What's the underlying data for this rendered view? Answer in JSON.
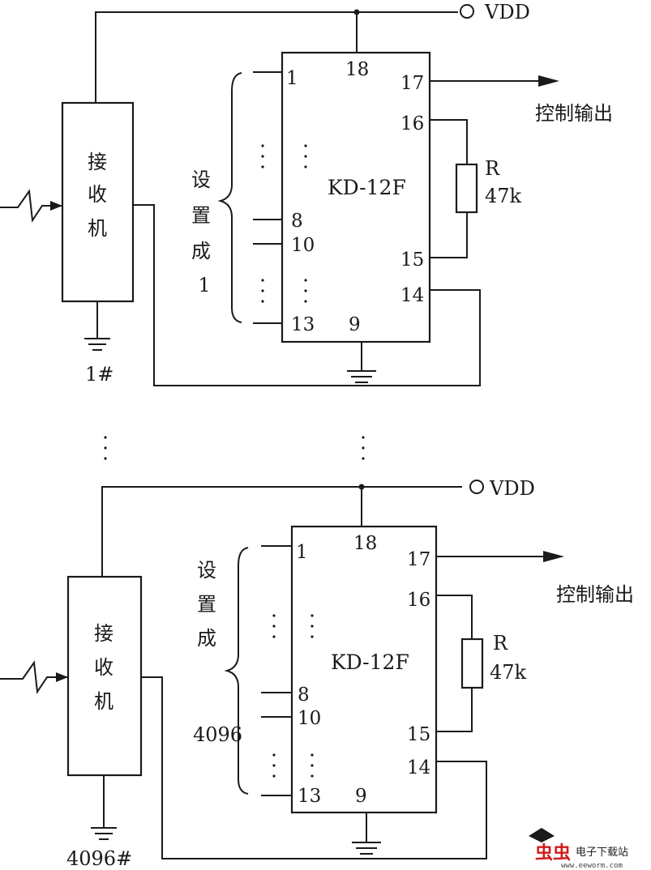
{
  "circuit1": {
    "vdd": "VDD",
    "receiver": [
      "接",
      "收",
      "机"
    ],
    "receiver_id": "1#",
    "chip": "KD-12F",
    "pins": {
      "p1": "1",
      "p18": "18",
      "p17": "17",
      "p16": "16",
      "p15": "15",
      "p14": "14",
      "p13": "13",
      "p9": "9",
      "p8": "8",
      "p10": "10"
    },
    "set_label": [
      "设",
      "置",
      "成",
      "1"
    ],
    "resistor": {
      "name": "R",
      "value": "47k"
    },
    "output": "控制输出"
  },
  "circuit2": {
    "vdd": "VDD",
    "receiver": [
      "接",
      "收",
      "机"
    ],
    "receiver_id": "4096#",
    "chip": "KD-12F",
    "pins": {
      "p1": "1",
      "p18": "18",
      "p17": "17",
      "p16": "16",
      "p15": "15",
      "p14": "14",
      "p13": "13",
      "p9": "9",
      "p8": "8",
      "p10": "10"
    },
    "set_label": [
      "设",
      "置",
      "成"
    ],
    "set_value": "4096",
    "resistor": {
      "name": "R",
      "value": "47k"
    },
    "output": "控制输出"
  },
  "watermark": {
    "logo": "虫虫",
    "site_name": "电子下载站",
    "url": "www.eeworm.com"
  }
}
